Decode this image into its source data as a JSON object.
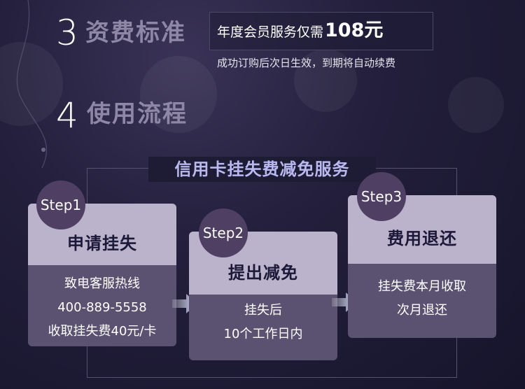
{
  "section3": {
    "num": "3",
    "title": "资费标准"
  },
  "price": {
    "text": "年度会员服务仅需",
    "amount": "108元",
    "note": "成功订购后次日生效，到期将自动续费"
  },
  "section4": {
    "num": "4",
    "title": "使用流程"
  },
  "service_title": "信用卡挂失费减免服务",
  "steps": [
    {
      "badge": "Step1",
      "title": "申请挂失",
      "lines": [
        "致电客服热线",
        "400-889-5558",
        "收取挂失费40元/卡"
      ]
    },
    {
      "badge": "Step2",
      "title": "提出减免",
      "lines": [
        "挂失后",
        "10个工作日内"
      ]
    },
    {
      "badge": "Step3",
      "title": "费用退还",
      "lines": [
        "挂失费本月收取",
        "次月退还"
      ]
    }
  ],
  "icons": {
    "arrow": "arrow-right-icon"
  },
  "colors": {
    "card_head": "#bab3cb",
    "card_body": "#5b5272",
    "badge": "#4e3f63",
    "service_title": "#b9b8ef"
  }
}
